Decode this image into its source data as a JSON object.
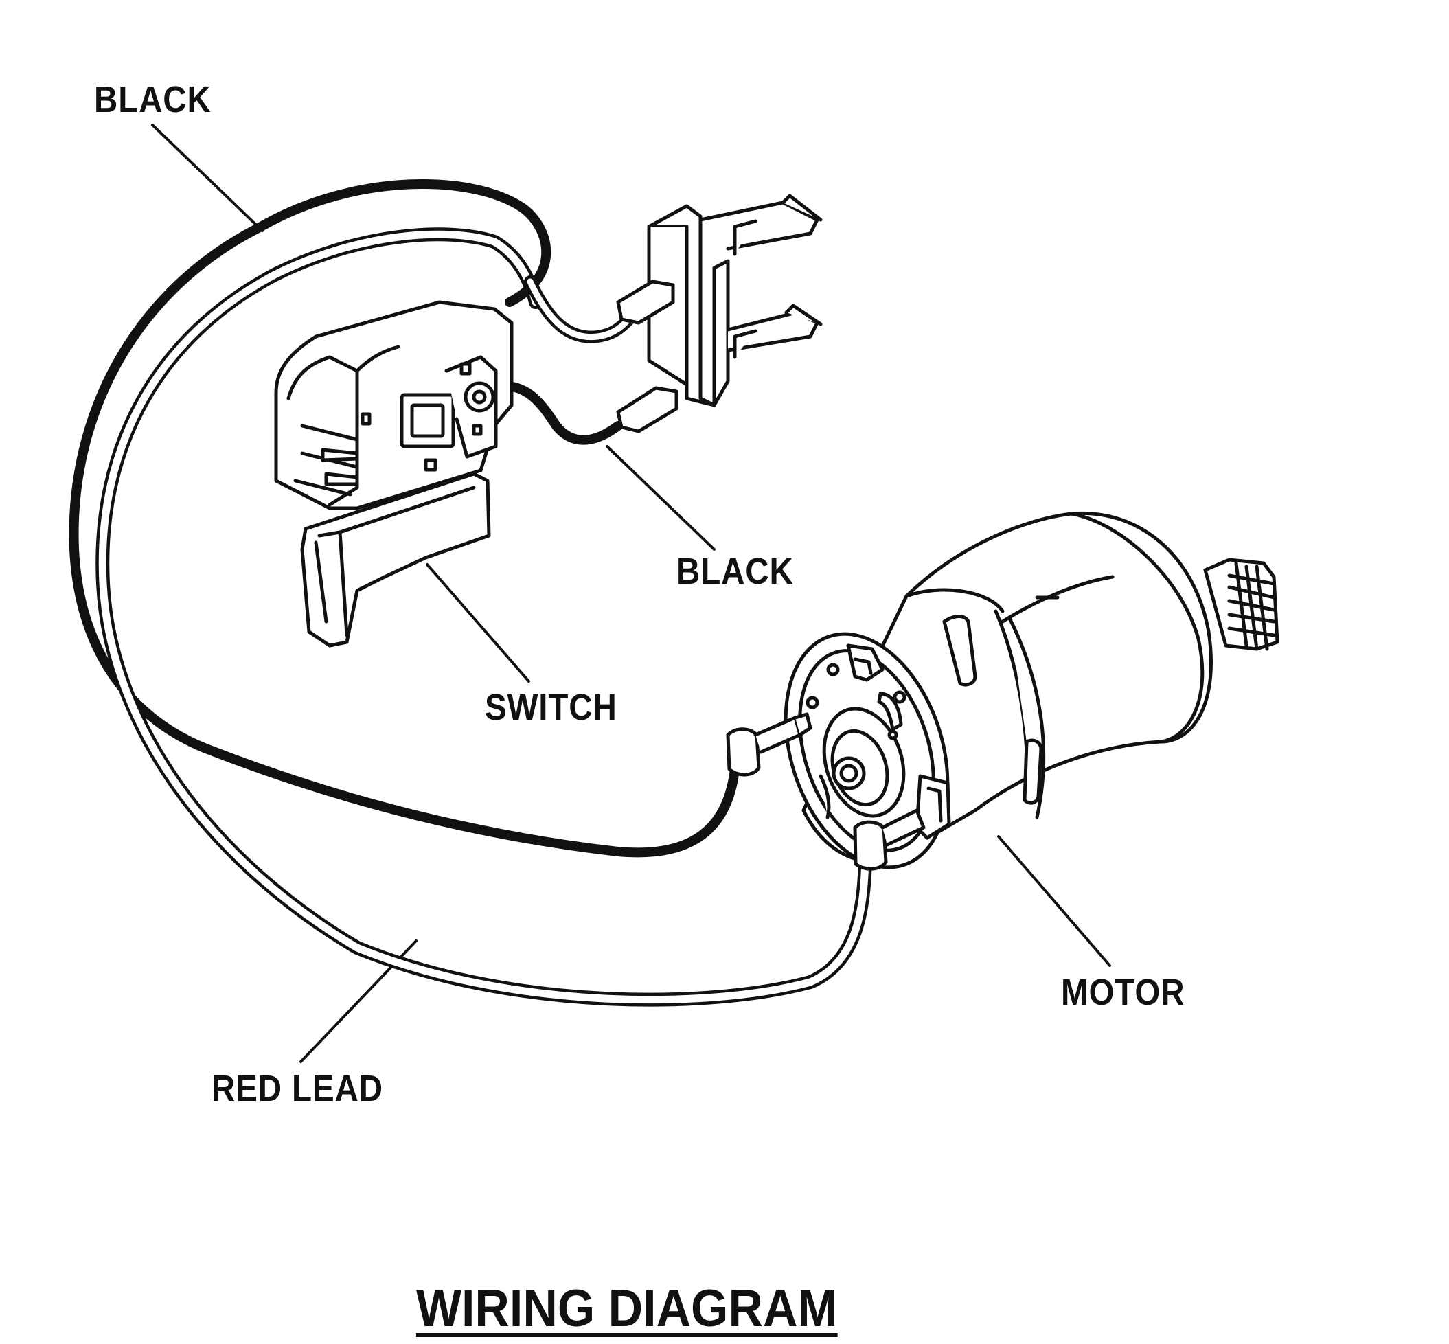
{
  "diagram": {
    "title": "WIRING DIAGRAM",
    "labels": {
      "black_top": "BLACK",
      "black_mid": "BLACK",
      "switch": "SWITCH",
      "motor": "MOTOR",
      "red_lead": "RED LEAD"
    },
    "colors": {
      "ink": "#111111",
      "paper": "#ffffff"
    }
  }
}
